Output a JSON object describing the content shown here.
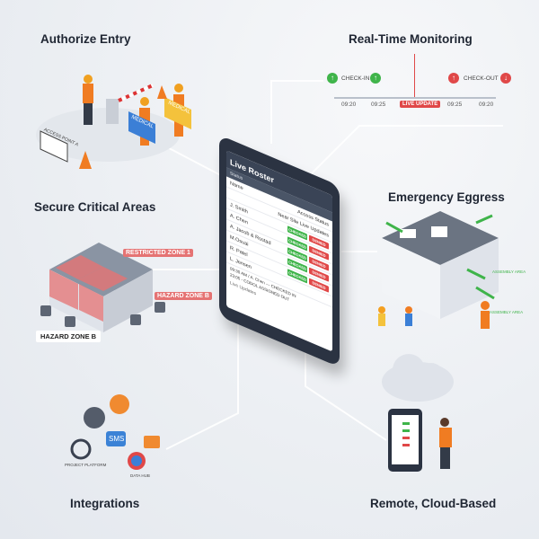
{
  "features": {
    "authorize_entry": "Authorize Entry",
    "real_time_monitoring": "Real-Time Monitoring",
    "secure_critical_areas": "Secure Critical Areas",
    "emergency_egress": "Emergency Eggress",
    "integrations": "Integrations",
    "remote_cloud": "Remote, Cloud-Based"
  },
  "authorize": {
    "sign": "ACCESS POINT A",
    "badge_blue": "MEDICAL",
    "badge_yellow": "MEDICAL"
  },
  "monitoring": {
    "check_in": "CHECK-IN",
    "check_out": "CHECK-OUT",
    "ticks": [
      "09:20",
      "09:25",
      "09:25",
      "09:20"
    ],
    "live_update": "LIVE UPDATE",
    "colors": {
      "in": "#3fb44a",
      "out": "#e04848"
    }
  },
  "secure": {
    "zone1": "RESTRICTED ZONE 1",
    "zone2": "HAZARD ZONE B",
    "zone3": "HAZARD ZONE B"
  },
  "egress": {
    "label1": "ASSEMBLY AREA",
    "label2": "ASSEMBLY AREA"
  },
  "integrations": {
    "sms": "SMS",
    "platform": "PROJECT PLATFORM",
    "data_hub": "DATA HUB"
  },
  "tablet": {
    "title": "Live Roster",
    "sub": "Status",
    "col_name": "Name",
    "col_access": "Access Status",
    "col_site": "Near Site",
    "col_live": "Live Updates",
    "rows": [
      {
        "name": "J. Smith"
      },
      {
        "name": "A. Chen"
      },
      {
        "name": "A. Jacob & Rostad"
      },
      {
        "name": "M.Osuai"
      },
      {
        "name": "R. Patel"
      },
      {
        "name": "L. Jensen"
      }
    ],
    "badge_green": "CHECKED",
    "badge_red": "DENIED",
    "log1": "09:30 AM / A. Chen — CHECKED IN",
    "log2": "23:05 - CODOL ASSIGNED OUT",
    "footer": "Live Updates"
  }
}
